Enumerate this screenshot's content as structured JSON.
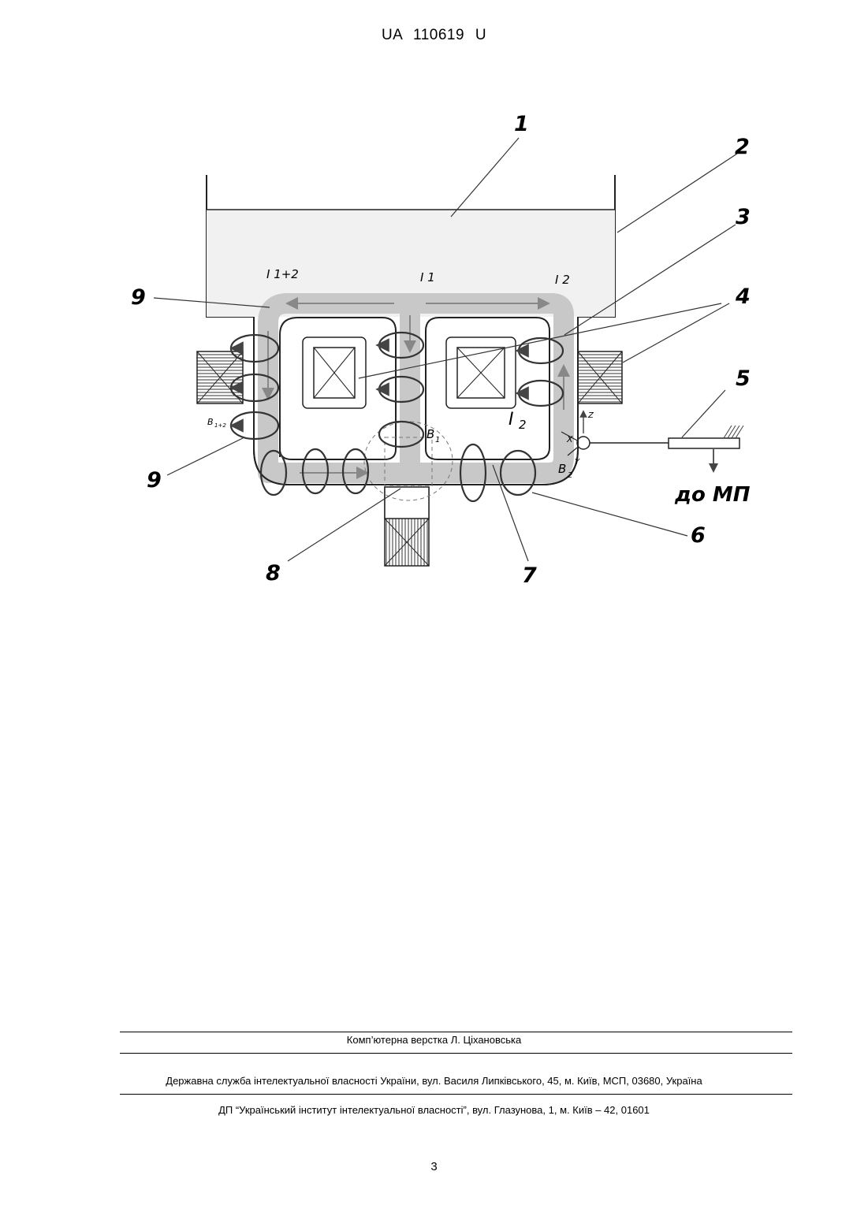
{
  "header": {
    "doc_number": "UA   110619   U"
  },
  "figure": {
    "callouts": [
      "1",
      "2",
      "3",
      "4",
      "5",
      "6",
      "7",
      "8",
      "9",
      "9"
    ],
    "current_labels": {
      "i12": "I 1+2",
      "i1": "I 1",
      "i2": "I 2",
      "i2_right": "I"
    },
    "field_labels": {
      "b12": "B",
      "b12_sub": "1+2",
      "b1": "B",
      "b1_sub": "1",
      "b2": "B",
      "b2_sub": "2"
    },
    "axes": {
      "z": "Z",
      "x": "X",
      "y": "Y"
    },
    "i2_sub": "2",
    "output_label": "до МП"
  },
  "footer": {
    "layout_credit": "Комп’ютерна верстка Л. Ціхановська",
    "agency": "Державна служба інтелектуальної власності України, вул. Василя Липківського, 45, м. Київ, МСП, 03680, Україна",
    "institute": "ДП “Український інститут інтелектуальної власності”, вул. Глазунова, 1, м. Київ – 42, 01601",
    "page_number": "3"
  }
}
